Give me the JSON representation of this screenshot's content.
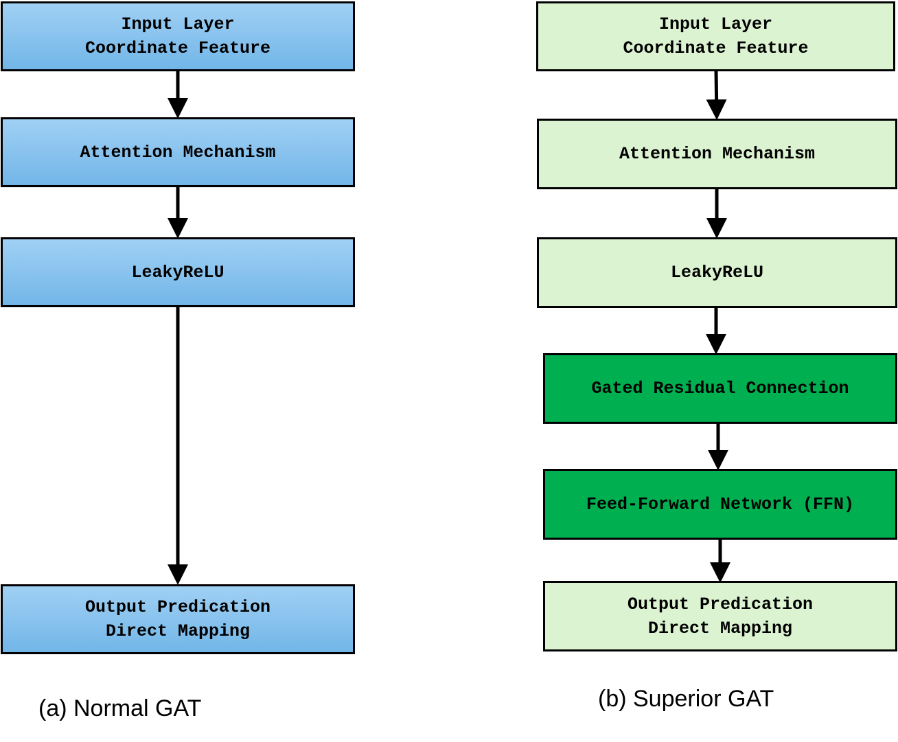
{
  "diagram_a": {
    "caption": "(a) Normal GAT",
    "colors": {
      "fill_top": "#a0d0f4",
      "fill_bottom": "#72b6e8",
      "border": "#000000"
    },
    "boxes": [
      {
        "line1": "Input Layer",
        "line2": "Coordinate Feature"
      },
      {
        "line1": "Attention Mechanism",
        "line2": ""
      },
      {
        "line1": "LeakyReLU",
        "line2": ""
      },
      {
        "line1": "Output Predication",
        "line2": "Direct Mapping"
      }
    ]
  },
  "diagram_b": {
    "caption": "(b) Superior GAT",
    "colors": {
      "light_fill": "#dbf3d1",
      "highlight_fill": "#00b050",
      "border": "#000000"
    },
    "boxes": [
      {
        "line1": "Input Layer",
        "line2": "Coordinate Feature"
      },
      {
        "line1": "Attention Mechanism",
        "line2": ""
      },
      {
        "line1": "LeakyReLU",
        "line2": ""
      },
      {
        "line1": "Gated Residual Connection",
        "line2": ""
      },
      {
        "line1": "Feed-Forward Network (FFN)",
        "line2": ""
      },
      {
        "line1": "Output Predication",
        "line2": "Direct Mapping"
      }
    ]
  }
}
